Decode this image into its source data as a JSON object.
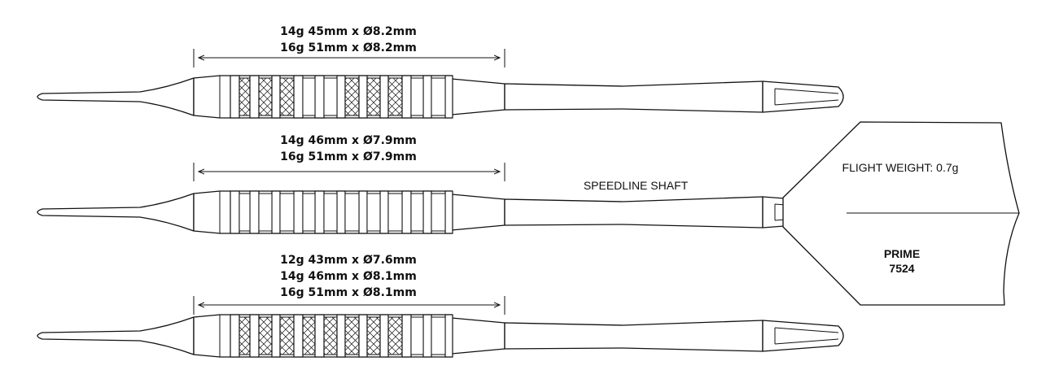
{
  "darts": [
    {
      "specs": [
        "14g 45mm x Ø8.2mm",
        "16g 51mm x Ø8.2mm"
      ],
      "grip": [
        "plain",
        "knurl",
        "knurl",
        "knurl",
        "plain",
        "plain",
        "knurl",
        "knurl",
        "knurl",
        "plain",
        "plain"
      ]
    },
    {
      "specs": [
        "14g 46mm x Ø7.9mm",
        "16g 51mm x Ø7.9mm"
      ],
      "grip": [
        "plain",
        "plain",
        "plain",
        "plain",
        "plain",
        "plain",
        "plain",
        "plain",
        "plain",
        "plain",
        "plain"
      ]
    },
    {
      "specs": [
        "12g 43mm x Ø7.6mm",
        "14g 46mm x Ø8.1mm",
        "16g 51mm x Ø8.1mm"
      ],
      "grip": [
        "knurl",
        "knurl",
        "knurl",
        "knurl",
        "knurl",
        "knurl",
        "knurl",
        "knurl",
        "knurl",
        "plain",
        "plain"
      ]
    }
  ],
  "shaft_label": "SPEEDLINE SHAFT",
  "flight_weight_label": "FLIGHT WEIGHT: 0.7g",
  "flight_brand": [
    "PRIME",
    "7524"
  ]
}
